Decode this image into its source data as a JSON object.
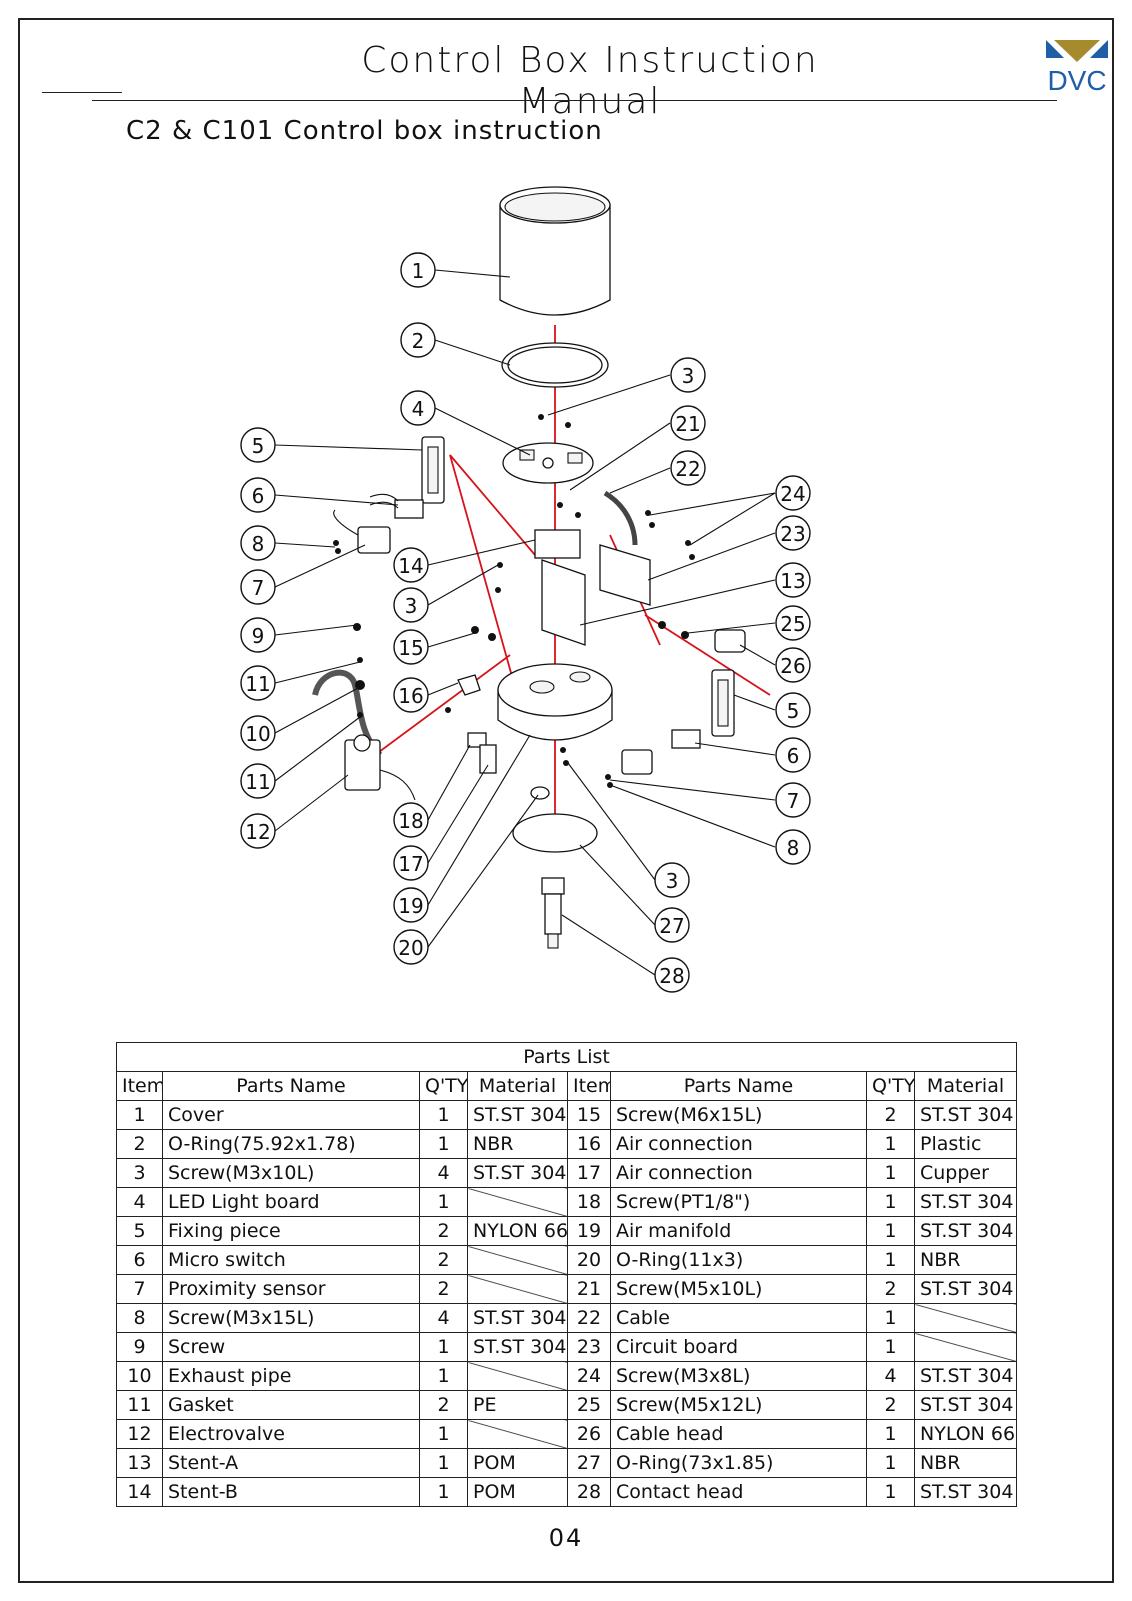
{
  "header": {
    "title": "Control Box Instruction Manual",
    "logo_text": "DVC",
    "colors": {
      "logo_gold": "#a68a2e",
      "logo_blue": "#1f5fa8",
      "leader_red": "#d8121a"
    }
  },
  "subtitle": "C2 & C101 Control box instruction",
  "callouts": [
    "1",
    "2",
    "3",
    "4",
    "5",
    "6",
    "8",
    "7",
    "14",
    "3",
    "9",
    "15",
    "11",
    "16",
    "10",
    "11",
    "12",
    "18",
    "17",
    "19",
    "20",
    "21",
    "22",
    "24",
    "23",
    "13",
    "25",
    "26",
    "5",
    "6",
    "7",
    "8",
    "3",
    "27",
    "28"
  ],
  "parts_list": {
    "title": "Parts List",
    "columns": [
      "Item",
      "Parts Name",
      "Q'TY",
      "Material",
      "Item",
      "Parts Name",
      "Q'TY",
      "Material"
    ],
    "rows": [
      {
        "l": {
          "item": "1",
          "name": "Cover",
          "qty": "1",
          "material": "ST.ST 304"
        },
        "r": {
          "item": "15",
          "name": "Screw(M6x15L)",
          "qty": "2",
          "material": "ST.ST 304"
        }
      },
      {
        "l": {
          "item": "2",
          "name": "O-Ring(75.92x1.78)",
          "qty": "1",
          "material": "NBR"
        },
        "r": {
          "item": "16",
          "name": "Air connection",
          "qty": "1",
          "material": "Plastic"
        }
      },
      {
        "l": {
          "item": "3",
          "name": "Screw(M3x10L)",
          "qty": "4",
          "material": "ST.ST 304"
        },
        "r": {
          "item": "17",
          "name": "Air connection",
          "qty": "1",
          "material": "Cupper"
        }
      },
      {
        "l": {
          "item": "4",
          "name": "LED Light board",
          "qty": "1",
          "material": ""
        },
        "r": {
          "item": "18",
          "name": "Screw(PT1/8\")",
          "qty": "1",
          "material": "ST.ST 304"
        }
      },
      {
        "l": {
          "item": "5",
          "name": "Fixing piece",
          "qty": "2",
          "material": "NYLON 66"
        },
        "r": {
          "item": "19",
          "name": "Air manifold",
          "qty": "1",
          "material": "ST.ST 304"
        }
      },
      {
        "l": {
          "item": "6",
          "name": "Micro switch",
          "qty": "2",
          "material": ""
        },
        "r": {
          "item": "20",
          "name": "O-Ring(11x3)",
          "qty": "1",
          "material": "NBR"
        }
      },
      {
        "l": {
          "item": "7",
          "name": "Proximity sensor",
          "qty": "2",
          "material": ""
        },
        "r": {
          "item": "21",
          "name": "Screw(M5x10L)",
          "qty": "2",
          "material": "ST.ST 304"
        }
      },
      {
        "l": {
          "item": "8",
          "name": "Screw(M3x15L)",
          "qty": "4",
          "material": "ST.ST 304"
        },
        "r": {
          "item": "22",
          "name": "Cable",
          "qty": "1",
          "material": ""
        }
      },
      {
        "l": {
          "item": "9",
          "name": "Screw",
          "qty": "1",
          "material": "ST.ST 304"
        },
        "r": {
          "item": "23",
          "name": "Circuit board",
          "qty": "1",
          "material": ""
        }
      },
      {
        "l": {
          "item": "10",
          "name": "Exhaust pipe",
          "qty": "1",
          "material": ""
        },
        "r": {
          "item": "24",
          "name": "Screw(M3x8L)",
          "qty": "4",
          "material": "ST.ST 304"
        }
      },
      {
        "l": {
          "item": "11",
          "name": "Gasket",
          "qty": "2",
          "material": "PE"
        },
        "r": {
          "item": "25",
          "name": "Screw(M5x12L)",
          "qty": "2",
          "material": "ST.ST 304"
        }
      },
      {
        "l": {
          "item": "12",
          "name": "Electrovalve",
          "qty": "1",
          "material": ""
        },
        "r": {
          "item": "26",
          "name": "Cable head",
          "qty": "1",
          "material": "NYLON 66"
        }
      },
      {
        "l": {
          "item": "13",
          "name": "Stent-A",
          "qty": "1",
          "material": "POM"
        },
        "r": {
          "item": "27",
          "name": "O-Ring(73x1.85)",
          "qty": "1",
          "material": "NBR"
        }
      },
      {
        "l": {
          "item": "14",
          "name": "Stent-B",
          "qty": "1",
          "material": "POM"
        },
        "r": {
          "item": "28",
          "name": "Contact head",
          "qty": "1",
          "material": "ST.ST 304"
        }
      }
    ]
  },
  "page_number": "04"
}
